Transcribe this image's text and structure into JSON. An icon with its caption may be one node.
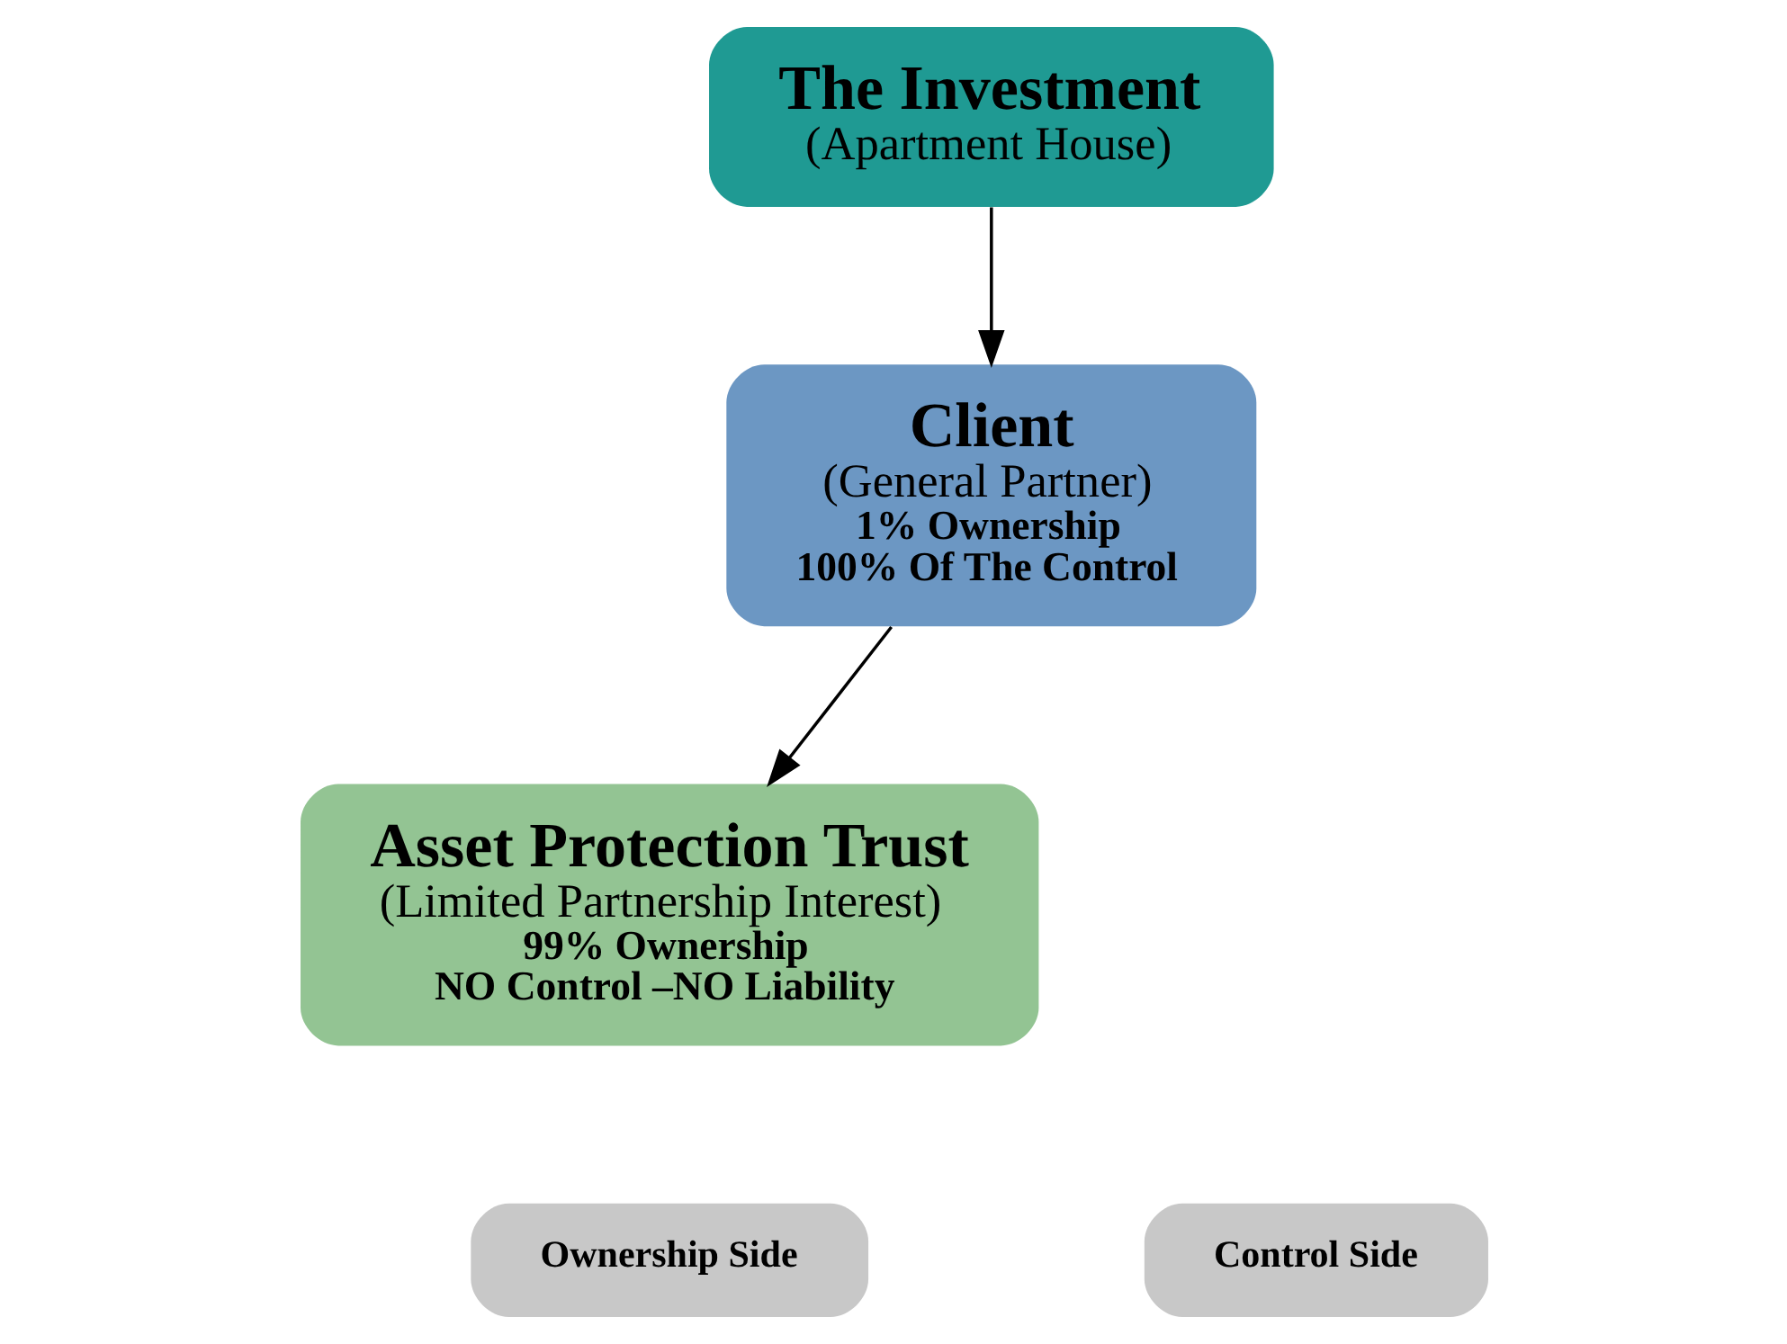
{
  "diagram": {
    "nodes": [
      {
        "text": [
          "The Investment",
          "(Apartment House)"
        ]
      },
      {
        "text": [
          "Client",
          "(General Partner)",
          "1% Ownership",
          "100% Of The Control"
        ]
      },
      {
        "text": [
          "Asset Protection Trust",
          "(Limited Partnership Interest)",
          "99% Ownership",
          "NO Control –NO Liability"
        ]
      },
      {
        "text": [
          "Control Side"
        ]
      },
      {
        "text": [
          "Ownership Side"
        ]
      }
    ],
    "edges": [
      {
        "from": 0,
        "to": 1,
        "arrow": "to"
      },
      {
        "from": 1,
        "to": 2,
        "arrow": "to"
      }
    ]
  }
}
